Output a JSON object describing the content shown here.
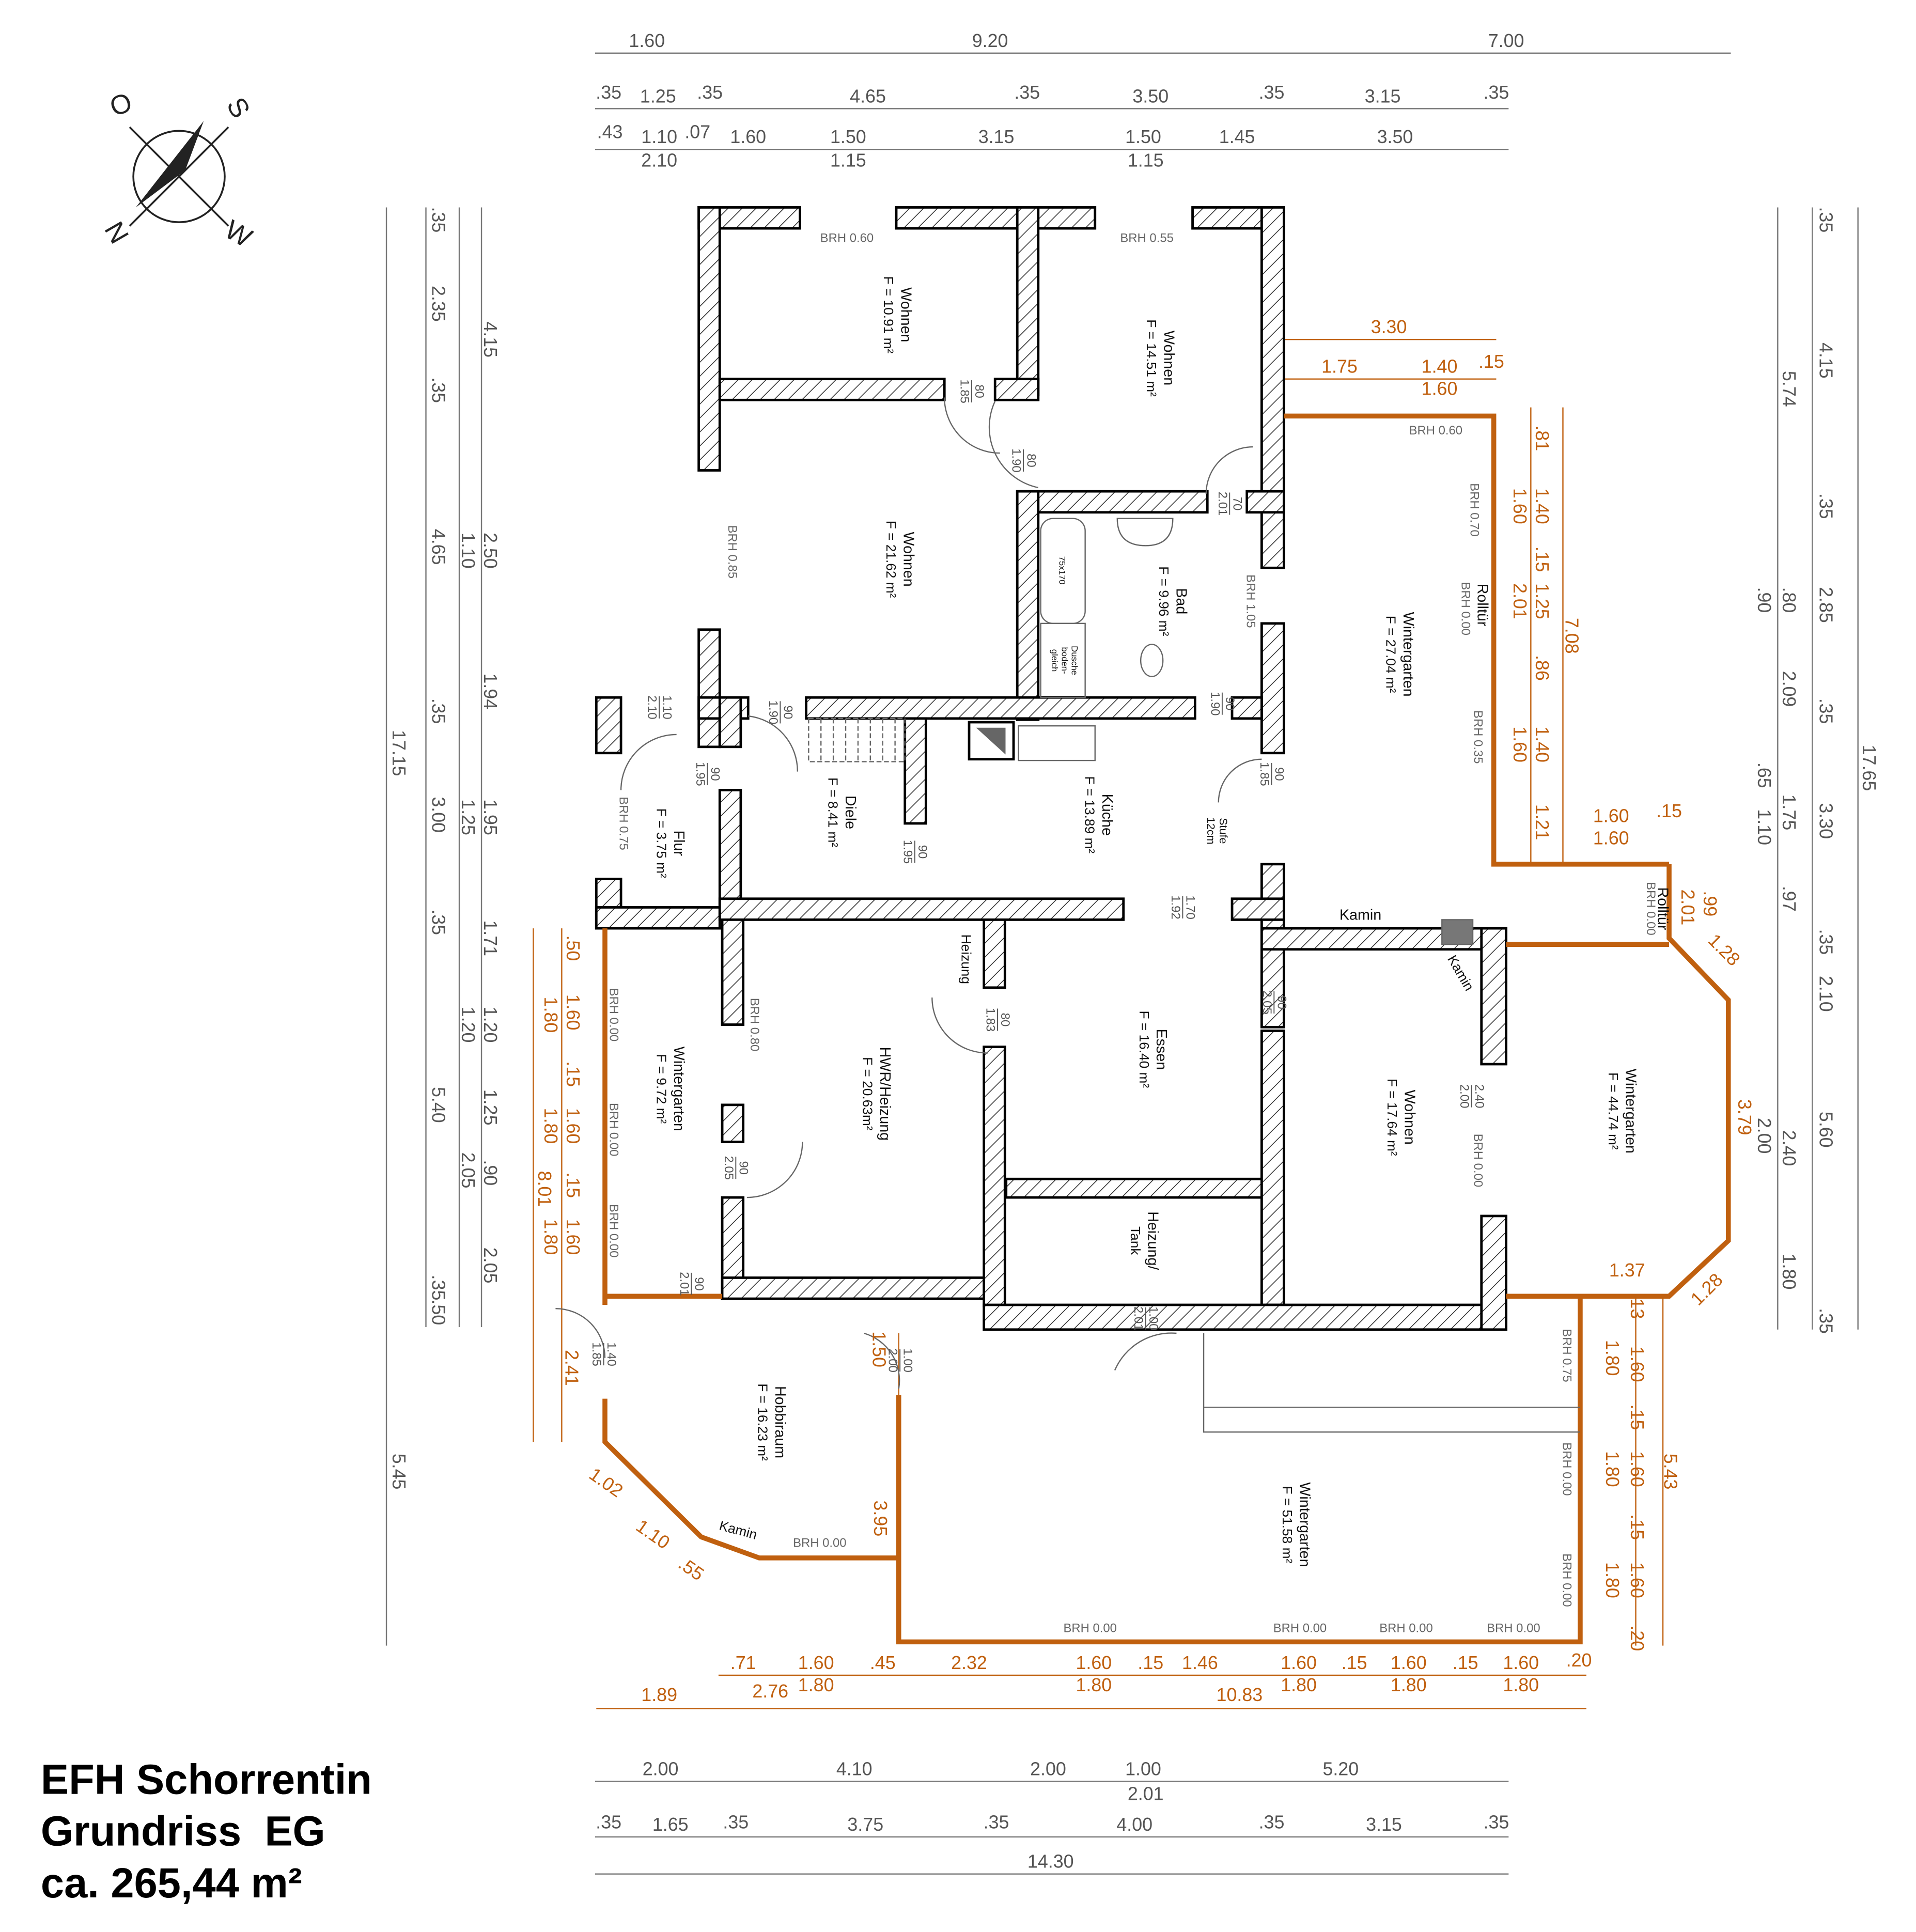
{
  "title": {
    "line1": "EFH Schorrentin",
    "line2": "Grundriss  EG",
    "line3": "ca. 265,44 m²"
  },
  "compass": {
    "north": "N",
    "south": "S",
    "east": "O",
    "west": "W"
  },
  "colors": {
    "wall": "#000000",
    "hatch": "#333333",
    "window_frame": "#c0600f",
    "dimension": "#555555"
  },
  "rooms": [
    {
      "name": "Wohnen",
      "area": "F = 10.91 m²"
    },
    {
      "name": "Wohnen",
      "area": "F = 14.51 m²"
    },
    {
      "name": "Wohnen",
      "area": "F = 21.62 m²"
    },
    {
      "name": "Bad",
      "area": "F = 9.96 m²"
    },
    {
      "name": "Wintergarten",
      "area": "F = 27.04 m²"
    },
    {
      "name": "Flur",
      "area": "F = 3.75 m²"
    },
    {
      "name": "Diele",
      "area": "F = 8.41 m²"
    },
    {
      "name": "Küche",
      "area": "F = 13.89 m²"
    },
    {
      "name": "Essen",
      "area": "F = 16.40 m²"
    },
    {
      "name": "HWR/Heizung",
      "area": "F = 20.63m²"
    },
    {
      "name": "Wintergarten",
      "area": "F = 9.72 m²"
    },
    {
      "name": "Wohnen",
      "area": "F = 17.64 m²"
    },
    {
      "name": "Wintergarten",
      "area": "F = 44.74 m²"
    },
    {
      "name": "Heizung/",
      "area": "Tank"
    },
    {
      "name": "Hobbiraum",
      "area": "F = 16.23 m²"
    },
    {
      "name": "Wintergarten",
      "area": "F = 51.58 m²"
    }
  ],
  "labels": [
    "Kamin",
    "Kamin",
    "Kamin",
    "Heizung",
    "Stufe",
    "12cm",
    "75x170",
    "Dusche",
    "boden-",
    "gleich"
  ],
  "brh": [
    "BRH 0.60",
    "BRH 0.55",
    "BRH 0.85",
    "BRH 1.05",
    "BRH 0.60",
    "BRH 0.70",
    "Rolltür",
    "BRH 0.00",
    "BRH 0.35",
    "BRH 0.75",
    "BRH 0.80",
    "BRH 0.00",
    "BRH 0.00",
    "BRH 0.00",
    "Rolltür",
    "BRH 0.00",
    "BRH 0.00",
    "BRH 0.75",
    "BRH 0.00",
    "BRH 0.00",
    "BRH 0.00",
    "BRH 0.00",
    "BRH 0.00",
    "BRH 0.00",
    "BRH 0.00"
  ],
  "doors": [
    {
      "w": "80",
      "h": "1.85"
    },
    {
      "w": "80",
      "h": "1.90"
    },
    {
      "w": "70",
      "h": "2.01"
    },
    {
      "w": "90",
      "h": "1.90"
    },
    {
      "w": "90",
      "h": "1.90"
    },
    {
      "w": "1.10",
      "h": "2.10"
    },
    {
      "w": "90",
      "h": "1.95"
    },
    {
      "w": "90",
      "h": "1.95"
    },
    {
      "w": "90",
      "h": "1.85"
    },
    {
      "w": "1.70",
      "h": "1.92"
    },
    {
      "w": "80",
      "h": "1.83"
    },
    {
      "w": "90",
      "h": "2.05"
    },
    {
      "w": "2.40",
      "h": "2.00"
    },
    {
      "w": "90",
      "h": "2.05"
    },
    {
      "w": "90",
      "h": "2.01"
    },
    {
      "w": "1.00",
      "h": "2.01"
    },
    {
      "w": "1.40",
      "h": "1.85"
    },
    {
      "w": "1.00",
      "h": "2.00"
    }
  ],
  "dimensions": {
    "top": [
      "1.60",
      "9.20",
      "7.00",
      ".35",
      "1.25",
      ".35",
      "4.65",
      ".35",
      "3.50",
      ".35",
      "3.15",
      ".35",
      ".43",
      "1.10",
      ".07",
      "1.60",
      "1.50",
      "3.15",
      "1.50",
      "1.45",
      "3.50",
      "2.10",
      "1.15",
      "1.15"
    ],
    "left": [
      ".35",
      "2.35",
      ".35",
      "4.65",
      ".35",
      "3.00",
      ".35",
      "5.40",
      ".35",
      ".50",
      "1.10",
      "1.25",
      "1.20",
      "2.05",
      "4.15",
      "2.50",
      "1.94",
      "1.95",
      "1.71",
      "1.20",
      "1.25",
      ".90",
      "2.05",
      "17.15",
      "5.45"
    ],
    "right": [
      ".35",
      "4.15",
      ".35",
      "2.85",
      ".35",
      "3.30",
      ".35",
      "2.10",
      "5.60",
      "1.80",
      ".35",
      "5.74",
      ".80",
      "2.09",
      "1.75",
      ".97",
      "2.40",
      "1.80",
      ".90",
      ".65",
      "1.10",
      "2.00",
      "17.65"
    ],
    "bottom": [
      "2.00",
      "4.10",
      "2.00",
      "1.00",
      "5.20",
      "2.01",
      ".35",
      "1.65",
      ".35",
      "3.75",
      ".35",
      "4.00",
      ".35",
      "3.15",
      ".35",
      "14.30"
    ],
    "orange": [
      ".71",
      "1.60",
      ".45",
      "2.32",
      "1.60",
      ".15",
      "1.46",
      "1.60",
      ".15",
      "1.60",
      ".15",
      "1.60",
      ".20",
      "2.76",
      "1.80",
      "1.80",
      "1.80",
      "1.80",
      "1.80",
      "1.89",
      "10.83",
      "3.30",
      "1.75",
      "1.40",
      ".15",
      "1.60",
      ".81",
      "1.40",
      "1.60",
      ".15",
      "1.25",
      "2.01",
      ".86",
      "1.40",
      "1.60",
      "1.21",
      "7.08",
      "1.60",
      ".15",
      "1.60",
      "2.01",
      ".99",
      "1.28",
      "3.79",
      "1.28",
      "1.37",
      ".13",
      "1.60",
      "1.80",
      ".15",
      "1.60",
      "1.80",
      ".15",
      "1.60",
      "1.80",
      ".20",
      "5.43",
      ".50",
      "1.60",
      ".15",
      "1.60",
      ".15",
      "1.60",
      "1.80",
      "1.80",
      "8.01",
      "1.80",
      "2.41",
      "1.02",
      "1.10",
      ".55",
      "3.95",
      "1.50"
    ]
  }
}
